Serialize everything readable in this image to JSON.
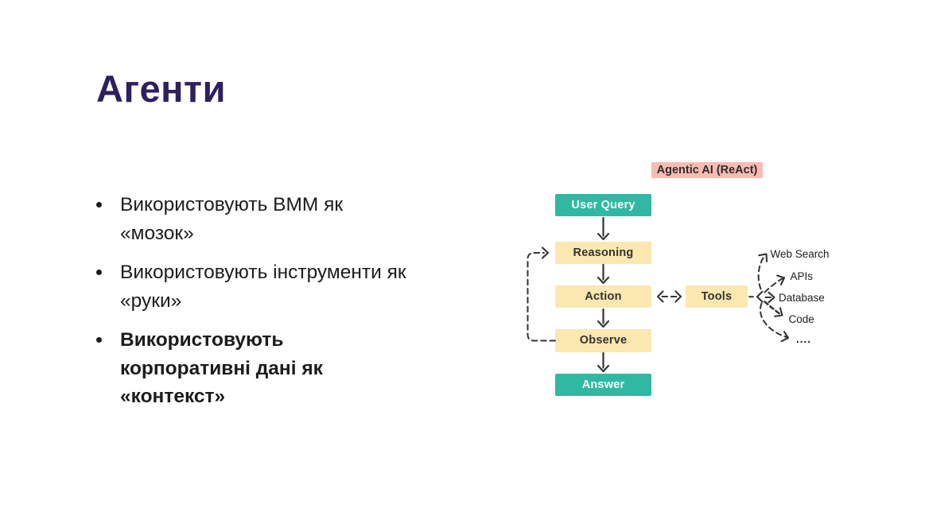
{
  "slide": {
    "title": "Агенти",
    "bullets": [
      {
        "lines": [
          "Використовують ВММ як",
          "«мозок»"
        ],
        "emphasis": "normal"
      },
      {
        "lines": [
          "Використовують інструменти як",
          "«руки»"
        ],
        "emphasis": "normal"
      },
      {
        "lines": [
          "Використовують",
          "корпоративні дані як",
          "«контекст»"
        ],
        "emphasis": "bold"
      }
    ]
  },
  "diagram": {
    "header_label": "Agentic AI (ReAct)",
    "nodes": {
      "user_query": "User Query",
      "reasoning": "Reasoning",
      "action": "Action",
      "observe": "Observe",
      "answer": "Answer",
      "tools": "Tools"
    },
    "tool_targets": [
      "Web Search",
      "APIs",
      "Database",
      "Code",
      "...."
    ],
    "colors": {
      "teal_box": "#30B8A3",
      "yellow_box": "#FBE7B0",
      "pink_header": "#F7BBB2",
      "arrow": "#333333",
      "title_text": "#2E1F60",
      "body_text": "#1c1c1c"
    }
  }
}
